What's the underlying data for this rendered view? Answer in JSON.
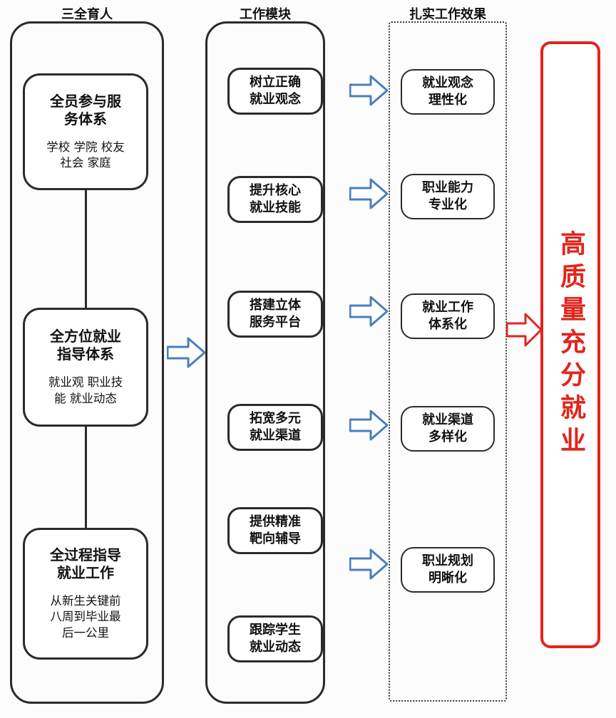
{
  "diagram": {
    "columns": {
      "san_quan": {
        "title": "三全育人",
        "boxes": [
          {
            "title": "全员参与服\n务体系",
            "subtitle": "学校 学院 校友\n社会 家庭"
          },
          {
            "title": "全方位就业\n指导体系",
            "subtitle": "就业观 职业技\n能 就业动态"
          },
          {
            "title": "全过程指导\n就业工作",
            "subtitle": "从新生关键前\n八周到毕业最\n后一公里"
          }
        ]
      },
      "modules": {
        "title": "工作模块",
        "items": [
          "树立正确\n就业观念",
          "提升核心\n就业技能",
          "搭建立体\n服务平台",
          "拓宽多元\n就业渠道",
          "提供精准\n靶向辅导",
          "跟踪学生\n就业动态"
        ]
      },
      "effects": {
        "title": "扎实工作效果",
        "items": [
          "就业观念\n理性化",
          "职业能力\n专业化",
          "就业工作\n体系化",
          "就业渠道\n多样化",
          "职业规划\n明晰化"
        ]
      },
      "goal": {
        "label": "高质量充分就业"
      }
    },
    "colors": {
      "arrow_blue": "#4a7ebd",
      "accent_red": "#e1251c",
      "border_dark": "#2b2b2b"
    }
  }
}
